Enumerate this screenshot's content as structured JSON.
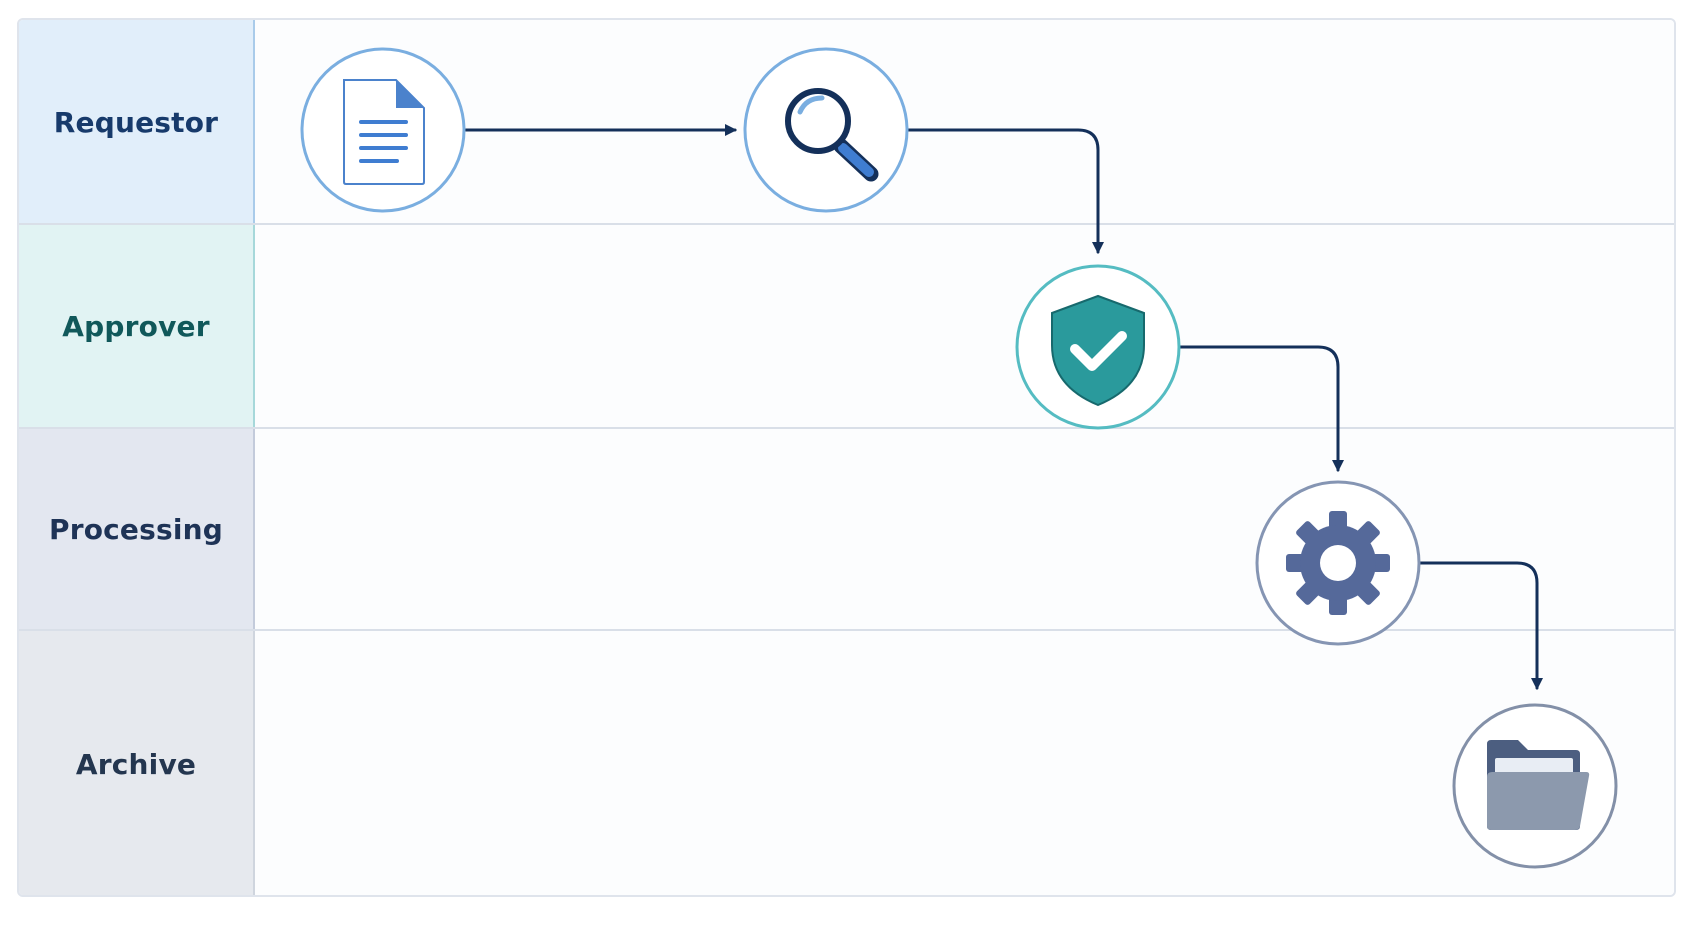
{
  "lanes": [
    {
      "id": "requestor",
      "label": "Requestor",
      "bg": "#e1eefa",
      "color": "#173a6b",
      "border": "#a9cbea"
    },
    {
      "id": "approver",
      "label": "Approver",
      "bg": "#e1f3f3",
      "color": "#10585a",
      "border": "#a6d8da"
    },
    {
      "id": "processing",
      "label": "Processing",
      "bg": "#e3e7f0",
      "color": "#1e3356",
      "border": "#c3cbdb"
    },
    {
      "id": "archive",
      "label": "Archive",
      "bg": "#e6e9ee",
      "color": "#24364f",
      "border": "#cfd5de"
    }
  ],
  "nodes": [
    {
      "id": "submit",
      "icon": "document-icon",
      "lane": "requestor",
      "ring": "#7aaee0"
    },
    {
      "id": "review",
      "icon": "magnifier-icon",
      "lane": "requestor",
      "ring": "#7aaee0"
    },
    {
      "id": "approve",
      "icon": "shield-check-icon",
      "lane": "approver",
      "ring": "#55bcc2"
    },
    {
      "id": "process",
      "icon": "gear-icon",
      "lane": "processing",
      "ring": "#8595b3"
    },
    {
      "id": "archive",
      "icon": "folder-icon",
      "lane": "archive",
      "ring": "#8390a8"
    }
  ],
  "edges": [
    {
      "from": "submit",
      "to": "review"
    },
    {
      "from": "review",
      "to": "approve"
    },
    {
      "from": "approve",
      "to": "process"
    },
    {
      "from": "process",
      "to": "archive"
    }
  ],
  "colors": {
    "connector": "#14305a",
    "frame_border": "#dfe4ec",
    "divider": "#d9dfe8"
  }
}
